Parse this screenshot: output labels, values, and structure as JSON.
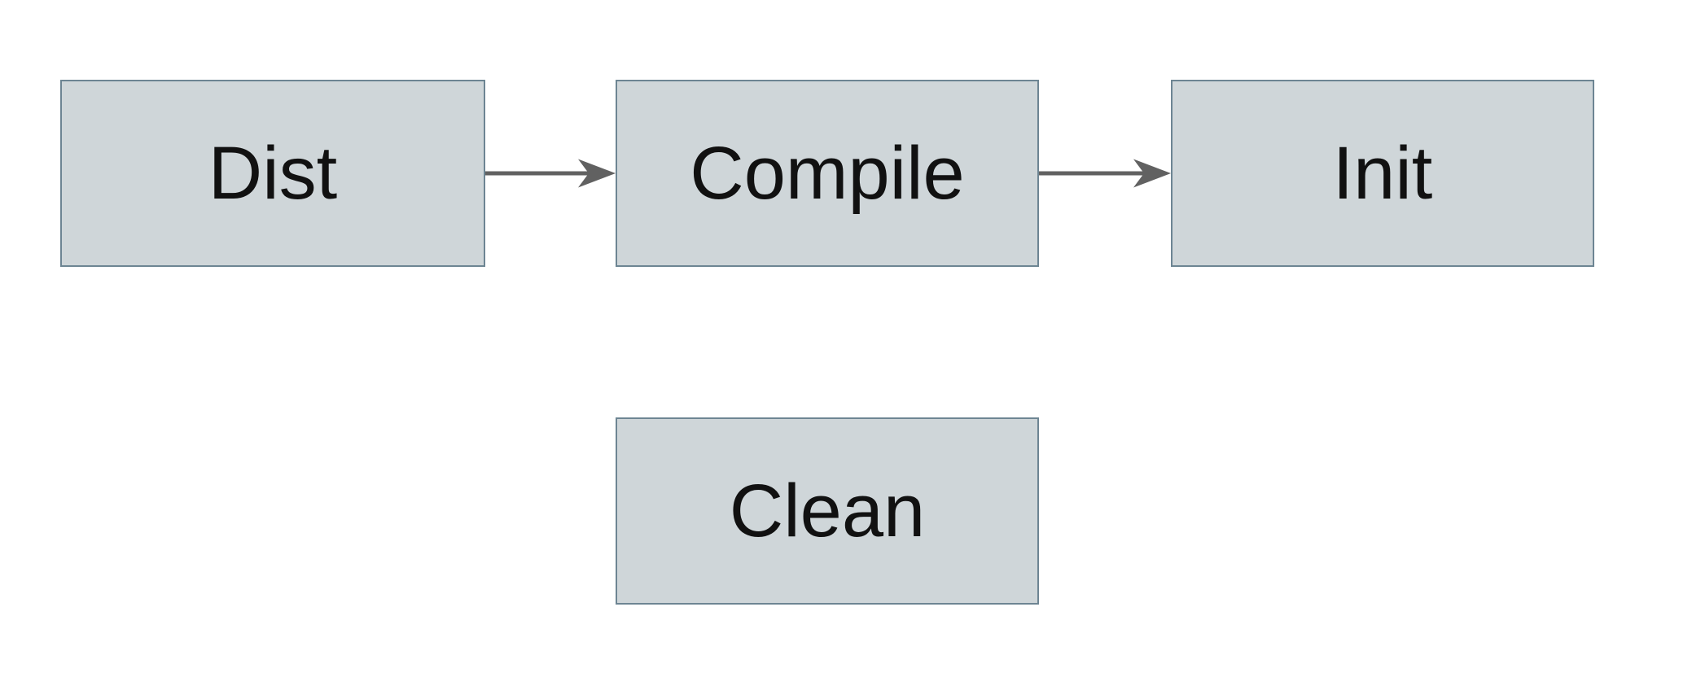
{
  "diagram": {
    "type": "flowchart",
    "nodes": [
      {
        "id": "dist",
        "label": "Dist"
      },
      {
        "id": "compile",
        "label": "Compile"
      },
      {
        "id": "init",
        "label": "Init"
      },
      {
        "id": "clean",
        "label": "Clean"
      }
    ],
    "edges": [
      {
        "from": "dist",
        "to": "compile",
        "direction": "right"
      },
      {
        "from": "compile",
        "to": "init",
        "direction": "right"
      }
    ],
    "colors": {
      "canvas_background": "#ffffff",
      "node_fill": "#cfd6d9",
      "node_border": "#6d8593",
      "arrow": "#616161",
      "label_text": "#111111"
    }
  }
}
